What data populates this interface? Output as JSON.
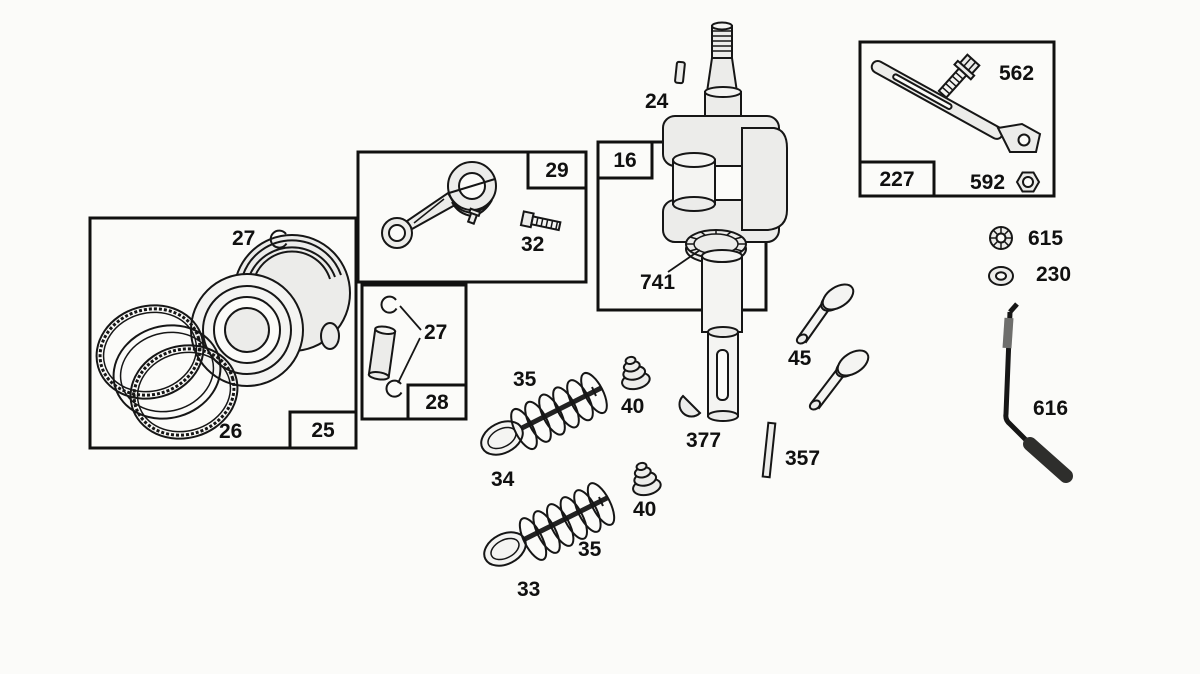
{
  "figure": {
    "background": "#fbfbf9",
    "line_color": "#141414",
    "description": "Exploded engine parts diagram: piston, rings, connecting rod, crankshaft, valves, springs, tappets and tools"
  },
  "callouts": {
    "ring_retainer_27_piston": "27",
    "piston_rings_26": "26",
    "piston_assembly_25": "25",
    "connecting_rod_29": "29",
    "rod_screw_32": "32",
    "piston_pin_28": "28",
    "pin_retainer_27": "27",
    "dowel_pin_24": "24",
    "crankshaft_16": "16",
    "timing_gear_741": "741",
    "tappet_45": "45",
    "tool_227": "227",
    "bolt_562": "562",
    "nut_592": "592",
    "lock_washer_615": "615",
    "washer_230": "230",
    "crank_handle_616": "616",
    "key_377": "377",
    "push_rod_357": "357",
    "valve_spring_35_intake": "35",
    "spring_retainer_40_intake": "40",
    "valve_34": "34",
    "valve_spring_35_exhaust": "35",
    "spring_retainer_40_exhaust": "40",
    "valve_33": "33"
  }
}
